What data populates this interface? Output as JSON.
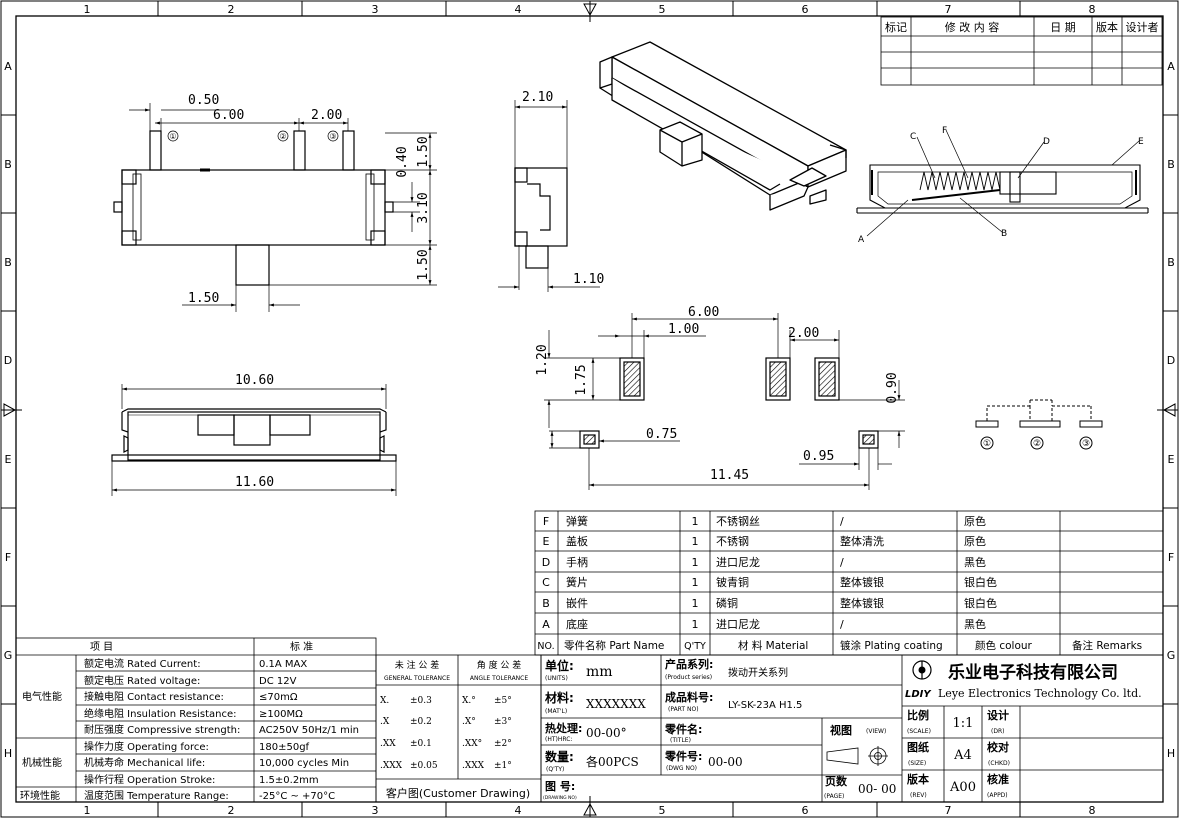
{
  "frame": {
    "columns": [
      "1",
      "2",
      "3",
      "4",
      "5",
      "6",
      "7",
      "8"
    ],
    "rows": [
      "A",
      "B",
      "B",
      "D",
      "E",
      "F",
      "G",
      "H"
    ]
  },
  "revision": {
    "headers": [
      "标记",
      "修 改 内 容",
      "日 期",
      "版本",
      "设计者"
    ]
  },
  "dimensions": {
    "top_view": {
      "d050": "0.50",
      "d600": "6.00",
      "d200": "2.00",
      "d040": "0.40",
      "d150a": "1.50",
      "d310": "3.10",
      "d150b": "1.50",
      "d150c": "1.50",
      "pin1": "①",
      "pin2": "②",
      "pin3": "③"
    },
    "side_view": {
      "d210": "2.10",
      "d110": "1.10"
    },
    "front_view": {
      "d1060": "10.60",
      "d1160": "11.60"
    },
    "footprint": {
      "d600": "6.00",
      "d100": "1.00",
      "d200": "2.00",
      "d120": "1.20",
      "d175": "1.75",
      "d090": "0.90",
      "d075": "0.75",
      "d095": "0.95",
      "d1145": "11.45"
    },
    "section": {
      "A": "A",
      "B": "B",
      "C": "C",
      "D": "D",
      "E": "E",
      "F": "F"
    },
    "schematic": {
      "p1": "①",
      "p2": "②",
      "p3": "③"
    }
  },
  "bom": {
    "rows": [
      {
        "id": "F",
        "name": "弹簧",
        "qty": "1",
        "material": "不锈钢丝",
        "plating": "/",
        "color": "原色"
      },
      {
        "id": "E",
        "name": "盖板",
        "qty": "1",
        "material": "不锈钢",
        "plating": "整体清洗",
        "color": "原色"
      },
      {
        "id": "D",
        "name": "手柄",
        "qty": "1",
        "material": "进口尼龙",
        "plating": "/",
        "color": "黑色"
      },
      {
        "id": "C",
        "name": "簧片",
        "qty": "1",
        "material": "铍青铜",
        "plating": "整体镀银",
        "color": "银白色"
      },
      {
        "id": "B",
        "name": "嵌件",
        "qty": "1",
        "material": "磷铜",
        "plating": "整体镀银",
        "color": "银白色"
      },
      {
        "id": "A",
        "name": "底座",
        "qty": "1",
        "material": "进口尼龙",
        "plating": "/",
        "color": "黑色"
      }
    ],
    "header": {
      "no": "NO.",
      "part": "零件名称  Part Name",
      "qty": "Q'TY",
      "material": "材 料  Material",
      "plating": "镀涂  Plating coating",
      "color": "颜色   colour",
      "remarks": "备注  Remarks"
    }
  },
  "specs": {
    "header_item": "项      目",
    "header_std": "标      准",
    "group_elec": "电气性能",
    "group_mech": "机械性能",
    "group_env": "环境性能",
    "rows": [
      {
        "label": "额定电流  Rated Current:",
        "value": "0.1A MAX"
      },
      {
        "label": "额定电压  Rated voltage:",
        "value": "DC 12V"
      },
      {
        "label": "接触电阻  Contact resistance:",
        "value": "≤70mΩ"
      },
      {
        "label": "绝缘电阻  Insulation Resistance:",
        "value": "≥100MΩ"
      },
      {
        "label": "耐压强度  Compressive strength:",
        "value": "AC250V  50Hz/1 min"
      },
      {
        "label": "操作力度  Operating force:",
        "value": "180±50gf"
      },
      {
        "label": "机械寿命  Mechanical life:",
        "value": "10,000 cycles Min"
      },
      {
        "label": "操作行程  Operation Stroke:",
        "value": "1.5±0.2mm"
      },
      {
        "label": "温度范围  Temperature Range:",
        "value": "-25°C ~ +70°C"
      }
    ]
  },
  "tolerance": {
    "general_cn": "未 注 公 差",
    "general_en": "GENERAL TOLERANCE",
    "angle_cn": "角 度 公 差",
    "angle_en": "ANGLE TOLERANCE",
    "general": [
      [
        "X.",
        "±0.3"
      ],
      [
        ".X",
        "±0.2"
      ],
      [
        ".XX",
        "±0.1"
      ],
      [
        ".XXX",
        "±0.05"
      ]
    ],
    "angle": [
      [
        "X.°",
        "±5°"
      ],
      [
        ".X°",
        "±3°"
      ],
      [
        ".XX°",
        "±2°"
      ],
      [
        ".XXX",
        "±1°"
      ]
    ],
    "customer": "客户图(Customer Drawing)"
  },
  "title_block": {
    "units_cn": "单位:",
    "units_en": "(UNITS)",
    "units": "mm",
    "series_cn": "产品系列:",
    "series_en": "(Product series)",
    "series": "拨动开关系列",
    "mat_cn": "材料:",
    "mat_en": "(MAT'L)",
    "mat": "XXXXXXX",
    "partno_cn": "成品料号:",
    "partno_en": "(PART NO)",
    "partno": "LY-SK-23A    H1.5",
    "heat_cn": "热处理:",
    "heat_en": "(HT)HRC:",
    "heat": "00-00°",
    "title_cn": "零件名:",
    "title_en": "(TITLE)",
    "qty_cn": "数量:",
    "qty_en": "(Q'TY)",
    "qty": "各00PCS",
    "dwg_cn": "零件号:",
    "dwg_en": "(DWG NO)",
    "dwg": "00-00",
    "map_cn": "图  号:",
    "map_en": "(DRAWING NO)",
    "view_cn": "视图",
    "view_en": "(VIEW)",
    "page_cn": "页数",
    "page_en": "(PAGE)",
    "page": "00- 00",
    "company_cn": "乐业电子科技有限公司",
    "company_en": "Leye Electronics Technology Co. ltd.",
    "logo": "LDIY",
    "scale_cn": "比例",
    "scale_en": "(SCALE)",
    "scale": "1:1",
    "size_cn": "图纸",
    "size_en": "(SIZE)",
    "size": "A4",
    "rev_cn": "版本",
    "rev_en": "(REV)",
    "rev": "A00",
    "dr_cn": "设计",
    "dr_en": "(DR)",
    "chkd_cn": "校对",
    "chkd_en": "(CHKD)",
    "appd_cn": "核准",
    "appd_en": "(APPD)"
  }
}
